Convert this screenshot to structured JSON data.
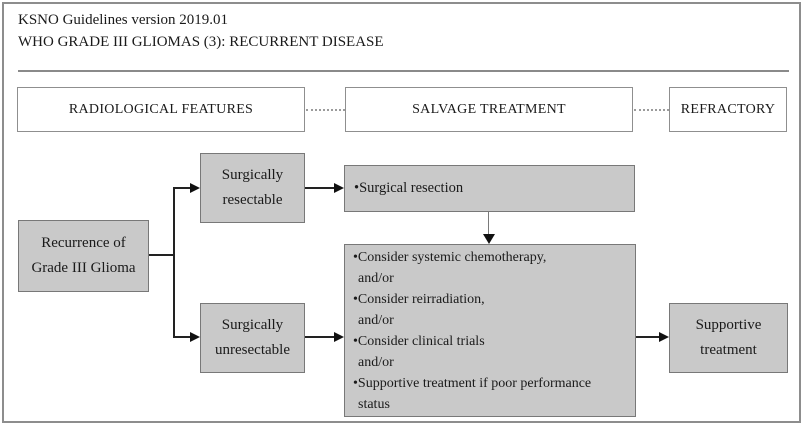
{
  "title": {
    "line1": "KSNO Guidelines version 2019.01",
    "line2": "WHO GRADE III GLIOMAS (3): RECURRENT DISEASE"
  },
  "headers": [
    {
      "label": "RADIOLOGICAL FEATURES"
    },
    {
      "label": "SALVAGE TREATMENT"
    },
    {
      "label": "REFRACTORY"
    }
  ],
  "nodes": {
    "recurrence": {
      "line1": "Recurrence of",
      "line2": "Grade III Glioma"
    },
    "resectable": {
      "line1": "Surgically",
      "line2": "resectable"
    },
    "unresectable": {
      "line1": "Surgically",
      "line2": "unresectable"
    },
    "resection": {
      "text": "•Surgical resection"
    },
    "consider": {
      "lines": [
        "•Consider systemic chemotherapy,",
        "and/or",
        "•Consider reirradiation,",
        "and/or",
        "•Consider clinical trials",
        "and/or",
        "•Supportive treatment if poor performance",
        "status"
      ]
    },
    "supportive": {
      "line1": "Supportive",
      "line2": "treatment"
    }
  },
  "colors": {
    "node_fill": "#c9c9c9",
    "node_border": "#787878",
    "frame_border": "#8d8d8d",
    "connector": "#222222",
    "text": "#1a1a1a"
  }
}
